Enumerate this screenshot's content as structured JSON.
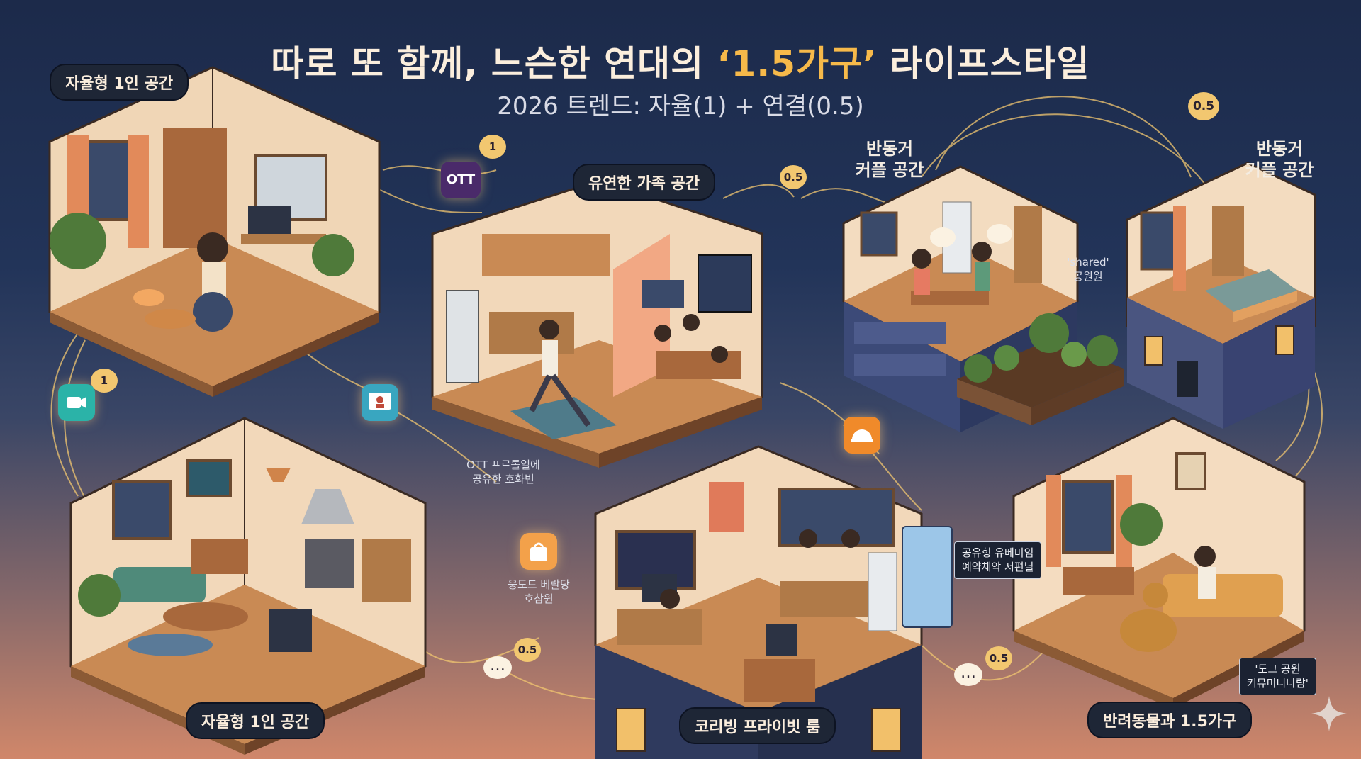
{
  "header": {
    "title_pre": "따로 또 함께, 느슨한 연대의 ",
    "title_highlight": "‘1.5가구’",
    "title_post": " 라이프스타일",
    "subtitle": "2026 트렌드: 자율(1) + 연결(0.5)"
  },
  "labels": {
    "top_left_room": "자율형 1인 공간",
    "family_room": "유연한 가족 공간",
    "couple_room_1_line1": "반동거",
    "couple_room_1_line2": "커플 공간",
    "couple_room_2_line1": "반동거",
    "couple_room_2_line2": "커플 공간",
    "bottom_left_room": "자율형 1인 공간",
    "coliving_room": "코리빙 프라이빗 룸",
    "pet_room": "반려동물과 1.5가구"
  },
  "notes": {
    "shared_garden_line1": "'shared'",
    "shared_garden_line2": "공원원",
    "ott_profile_line1": "OTT 프르롤일에",
    "ott_profile_line2": "공유한 호화빈",
    "delivery_line1": "웅도드 베랄당",
    "delivery_line2": "호참원",
    "sharing_line1": "공유힝 유베미임",
    "sharing_line2": "예약체악 저편닐",
    "dog_park_line1": "'도그 공원",
    "dog_park_line2": "커뮤미니나람'"
  },
  "badges": {
    "b1": "1",
    "b2": "0.5",
    "b3": "0.5",
    "b4": "1",
    "b5": "0.5",
    "b6": "0.5"
  },
  "apps": {
    "ott": "OTT",
    "video_call_icon": "video-camera",
    "streaming_icon": "person-screen",
    "delivery_icon": "cloche",
    "shopping_icon": "shopping-bag"
  },
  "colors": {
    "accent_gold": "#f6b94a",
    "room_floor": "#c98a54",
    "room_wall": "#f4dcc0",
    "connection_line": "#f2c770"
  }
}
